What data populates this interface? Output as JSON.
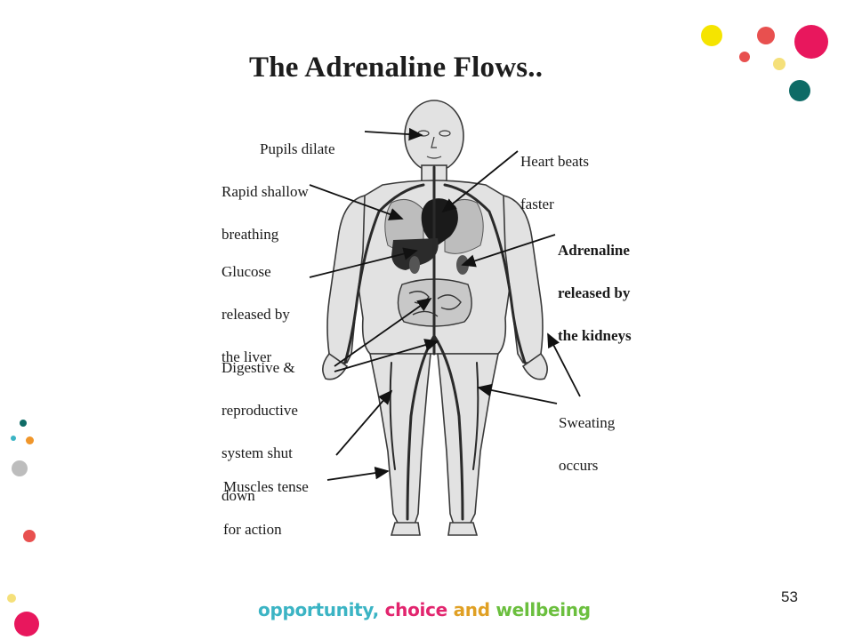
{
  "slide": {
    "title": "The Adrenaline Flows..",
    "page_number": "53"
  },
  "diagram": {
    "labels": {
      "pupils": [
        "Pupils dilate"
      ],
      "heart": [
        "Heart beats",
        "faster"
      ],
      "breathing": [
        "Rapid shallow",
        "breathing"
      ],
      "kidneys": [
        "Adrenaline",
        "released by",
        "the kidneys"
      ],
      "liver": [
        "Glucose",
        "released  by",
        "the liver"
      ],
      "digestive": [
        "Digestive &",
        "reproductive",
        "system shut",
        "down"
      ],
      "sweating": [
        "Sweating",
        "occurs"
      ],
      "muscles": [
        "Muscles tense",
        "for action"
      ]
    },
    "colors": {
      "body_fill": "#dcdcdc",
      "body_outline": "#3a3a3a",
      "organ_dark": "#1a1a1a",
      "vessel": "#2a2a2a"
    }
  },
  "footer": {
    "words": [
      "opportunity,",
      "choice",
      "and",
      "wellbeing"
    ]
  },
  "decor": {
    "dot_colors": [
      "#f5e400",
      "#e8504f",
      "#e8175d",
      "#f5e07a",
      "#0e6b66",
      "#f0962a",
      "#3bb4c4",
      "#bdbdbd"
    ]
  }
}
